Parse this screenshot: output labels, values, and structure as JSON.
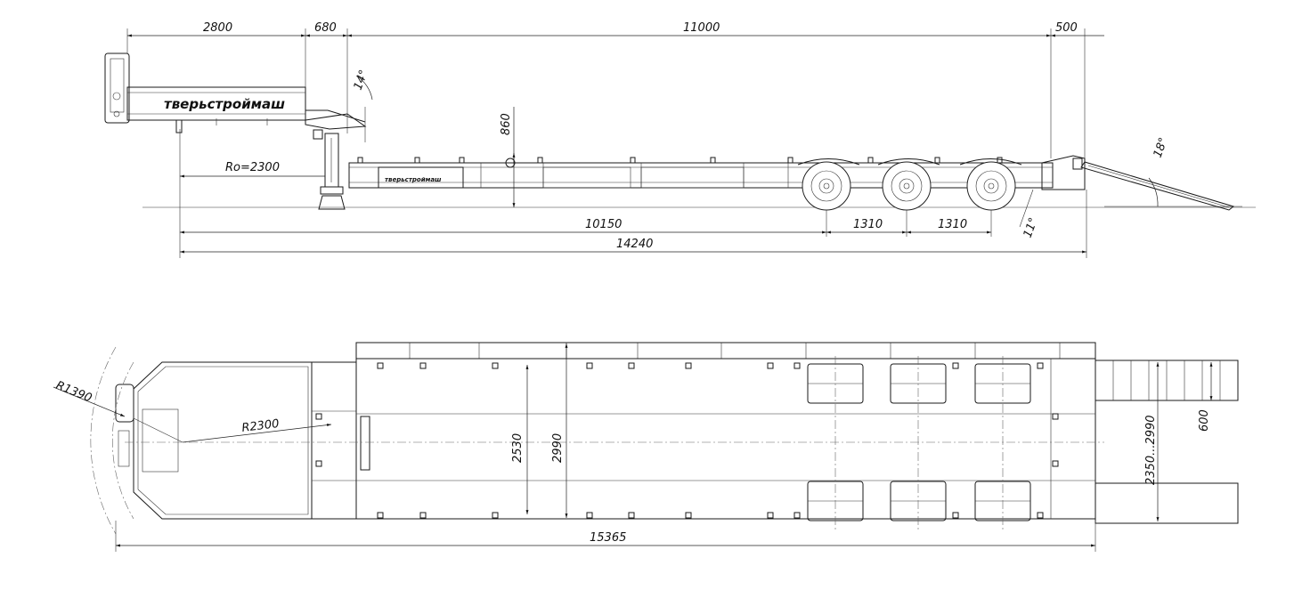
{
  "brand": {
    "logo_text": "тверьстроймаш",
    "plate_text": "тверьстроймаш"
  },
  "side_view": {
    "dims": {
      "d2800": "2800",
      "d680": "680",
      "d11000": "11000",
      "d500": "500",
      "d860": "860",
      "radius": "Ro=2300",
      "d10150": "10150",
      "d1310a": "1310",
      "d1310b": "1310",
      "d14240": "14240",
      "angle14": "14°",
      "angle18": "18°",
      "angle11": "11°"
    }
  },
  "top_view": {
    "dims": {
      "r1390": "R1390",
      "r2300": "R2300",
      "d2530": "2530",
      "d2990": "2990",
      "d2350_2990": "2350...2990",
      "d600": "600",
      "d15365": "15365"
    }
  }
}
